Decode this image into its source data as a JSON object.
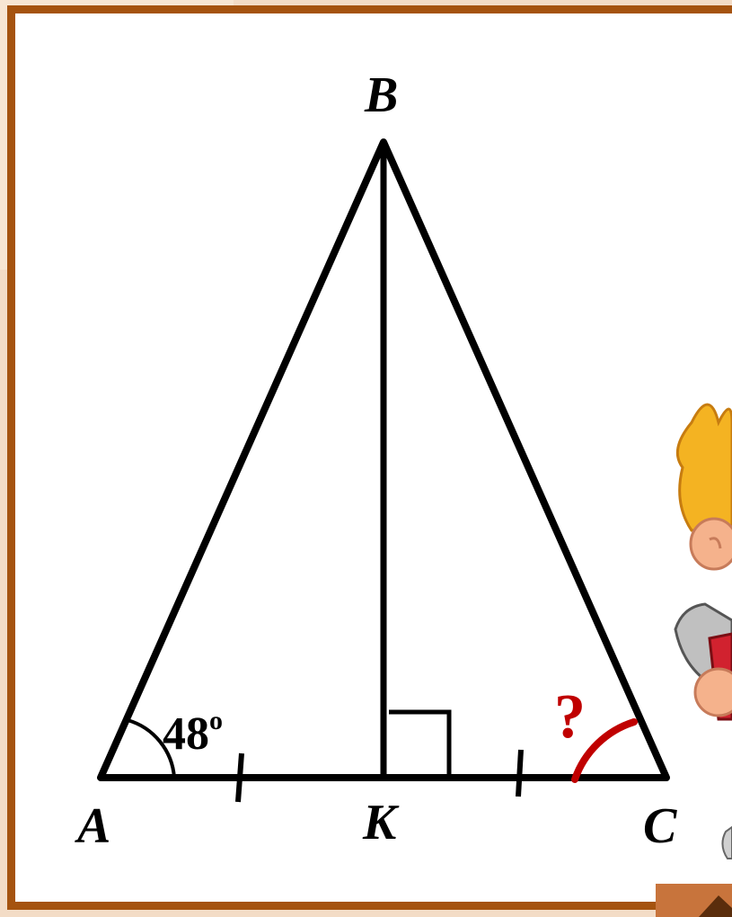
{
  "diagram": {
    "vertices": {
      "A": "A",
      "B": "B",
      "C": "C",
      "K": "K"
    },
    "angle_A": {
      "value": "48",
      "unit": "o"
    },
    "angle_C": {
      "value": "?"
    },
    "right_angle_at": "K",
    "equal_marks": [
      "AK",
      "KC"
    ]
  },
  "colors": {
    "frame": "#a5530f",
    "lines": "#000000",
    "unknown_angle": "#c00000",
    "nav_button": "#c8743c"
  },
  "decor": {
    "character": "cartoon-boy-with-magnifier",
    "nav_button_icon": "up-arrow-icon"
  }
}
